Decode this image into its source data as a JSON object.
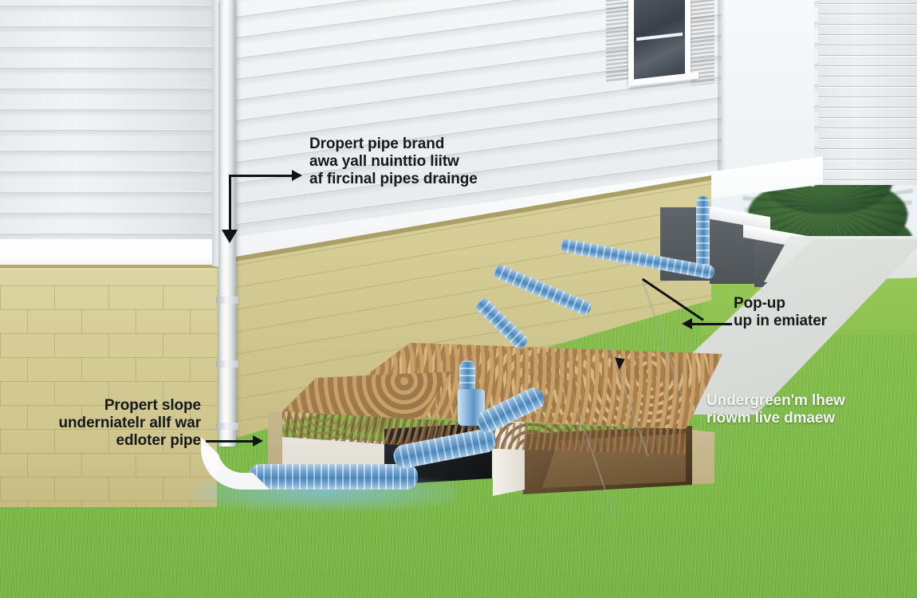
{
  "illustration": {
    "title": "Foundation Downspout Drainage Cutaway",
    "type": "technical-illustration"
  },
  "scene": {
    "house": {
      "siding_label": "white lap siding",
      "siding_color": "#eceff1",
      "corner_post": "corner-post",
      "trim_color": "#ffffff",
      "foundation_label": "tan concrete block foundation",
      "foundation_color": "#d2c992",
      "window": {
        "frame_color": "#ffffff",
        "glass_color": "#444c56",
        "shutter_color": "#3f454e",
        "shutter_count": 2
      }
    },
    "downspout": {
      "label": "white aluminum downspout",
      "color": "#eef1f2",
      "band_count": 4
    },
    "drain_pipe": {
      "label": "blue corrugated drain pipe",
      "color": "#5291c5",
      "highlight_color": "#d7e9f7"
    },
    "stoop": {
      "label": "concrete steps",
      "tread_color": "#ffffff",
      "riser_color": "#555b5f",
      "step_count": 3
    },
    "sidewalk": {
      "label": "concrete sidewalk",
      "color": "#dcdfdb"
    },
    "lawn": {
      "label": "green lawn",
      "color": "#84bd49"
    },
    "tree": {
      "label": "evergreen spruce",
      "color": "#3e6a38"
    },
    "cutaway": {
      "soil_label": "mulch and soil layer",
      "soil_color": "#a9834f",
      "subsoil_color": "#5e4126",
      "concrete_color": "#eae7df",
      "void_color": "#1a1d20"
    }
  },
  "annotations": [
    {
      "id": "downspout-callout",
      "text": "Dropert pipe brand\nawa yall nuinttio liitw\naf fircinal pipes drainge",
      "style": "dark",
      "anchor": "downspout-top"
    },
    {
      "id": "slope-callout",
      "text": "Propert slope\nunderniatelr allf war\nedloter pipe",
      "style": "dark",
      "anchor": "foundation-base"
    },
    {
      "id": "popup-callout",
      "text": "Pop-up\nup in emiater",
      "style": "dark",
      "anchor": "pop-up-emitter"
    },
    {
      "id": "underground-callout",
      "text": "Undergreen'm lhew\nriówm live dmaew",
      "style": "light",
      "anchor": "underground-trench"
    }
  ]
}
